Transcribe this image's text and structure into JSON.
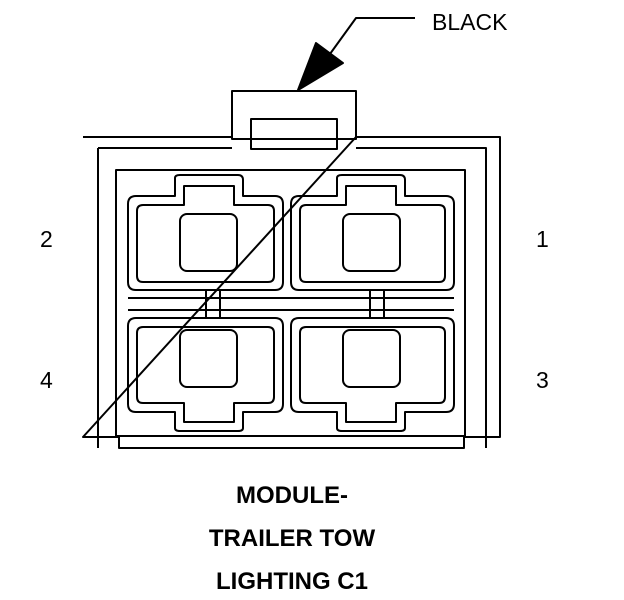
{
  "callout": {
    "label": "BLACK"
  },
  "pins": {
    "p1": "1",
    "p2": "2",
    "p3": "3",
    "p4": "4"
  },
  "title": {
    "line1": "MODULE-",
    "line2": "TRAILER TOW",
    "line3": "LIGHTING C1"
  },
  "colors": {
    "stroke": "#000000",
    "background": "#ffffff"
  }
}
